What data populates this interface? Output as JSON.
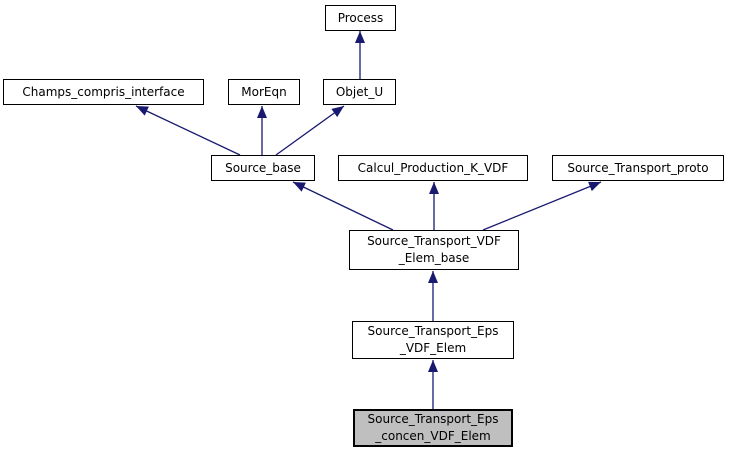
{
  "diagram": {
    "type": "class-inheritance-graph",
    "colors": {
      "arrow": "#191970",
      "node_border": "#000000",
      "node_fill": "#ffffff",
      "highlight_fill": "#bfbfbf",
      "background": "#ffffff",
      "text": "#000000"
    },
    "nodes": [
      {
        "id": "process",
        "label": "Process",
        "highlighted": false
      },
      {
        "id": "champs_compris_interface",
        "label": "Champs_compris_interface",
        "highlighted": false
      },
      {
        "id": "moreqn",
        "label": "MorEqn",
        "highlighted": false
      },
      {
        "id": "objet_u",
        "label": "Objet_U",
        "highlighted": false
      },
      {
        "id": "source_base",
        "label": "Source_base",
        "highlighted": false
      },
      {
        "id": "calcul_production_k_vdf",
        "label": "Calcul_Production_K_VDF",
        "highlighted": false
      },
      {
        "id": "source_transport_proto",
        "label": "Source_Transport_proto",
        "highlighted": false
      },
      {
        "id": "source_transport_vdf_elem_base",
        "label": "Source_Transport_VDF\n_Elem_base",
        "highlighted": false
      },
      {
        "id": "source_transport_eps_vdf_elem",
        "label": "Source_Transport_Eps\n_VDF_Elem",
        "highlighted": false
      },
      {
        "id": "source_transport_eps_concen_vdf_elem",
        "label": "Source_Transport_Eps\n_concen_VDF_Elem",
        "highlighted": true
      }
    ],
    "edges": [
      {
        "from": "objet_u",
        "to": "process"
      },
      {
        "from": "source_base",
        "to": "champs_compris_interface"
      },
      {
        "from": "source_base",
        "to": "moreqn"
      },
      {
        "from": "source_base",
        "to": "objet_u"
      },
      {
        "from": "source_transport_vdf_elem_base",
        "to": "source_base"
      },
      {
        "from": "source_transport_vdf_elem_base",
        "to": "calcul_production_k_vdf"
      },
      {
        "from": "source_transport_vdf_elem_base",
        "to": "source_transport_proto"
      },
      {
        "from": "source_transport_eps_vdf_elem",
        "to": "source_transport_vdf_elem_base"
      },
      {
        "from": "source_transport_eps_concen_vdf_elem",
        "to": "source_transport_eps_vdf_elem"
      }
    ]
  }
}
